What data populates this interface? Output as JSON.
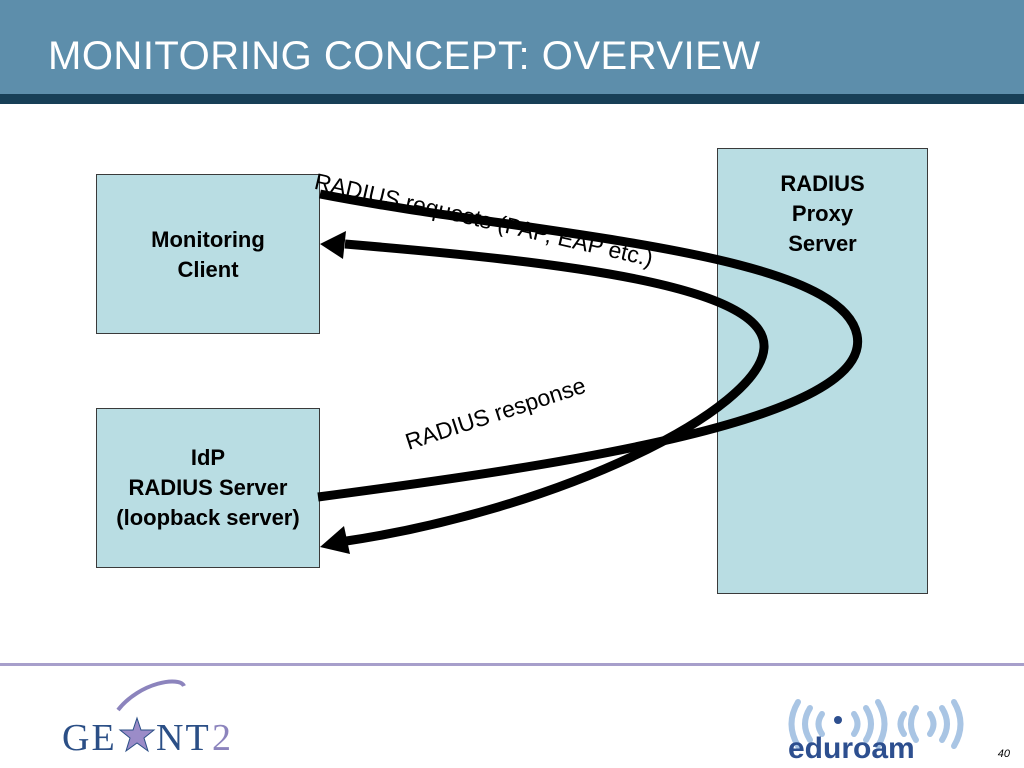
{
  "slide": {
    "title": "MONITORING CONCEPT: OVERVIEW",
    "page_number": "40"
  },
  "diagram": {
    "nodes": [
      {
        "id": "monitoring-client",
        "lines": [
          "Monitoring",
          "Client"
        ]
      },
      {
        "id": "idp-radius-server",
        "lines": [
          "IdP",
          "RADIUS Server",
          "(loopback server)"
        ]
      },
      {
        "id": "radius-proxy-server",
        "lines": [
          "RADIUS",
          "Proxy",
          "Server"
        ]
      }
    ],
    "edges": [
      {
        "from": "monitoring-client",
        "via": "radius-proxy-server",
        "to": "idp-radius-server",
        "label": "RADIUS requests (PAP, EAP etc.)"
      },
      {
        "from": "idp-radius-server",
        "via": "radius-proxy-server",
        "to": "monitoring-client",
        "label": "RADIUS response"
      }
    ]
  },
  "footer": {
    "logos": [
      {
        "name": "geant2-logo",
        "text": "GEANT2"
      },
      {
        "name": "eduroam-logo",
        "text": "eduroam"
      }
    ]
  },
  "colors": {
    "header": "#5d8eab",
    "header_rule": "#173f57",
    "box_fill": "#b9dde3",
    "footer_rule": "#a79fcb",
    "geant_blue": "#2b4f86",
    "eduroam_blue": "#2d4f8f"
  }
}
